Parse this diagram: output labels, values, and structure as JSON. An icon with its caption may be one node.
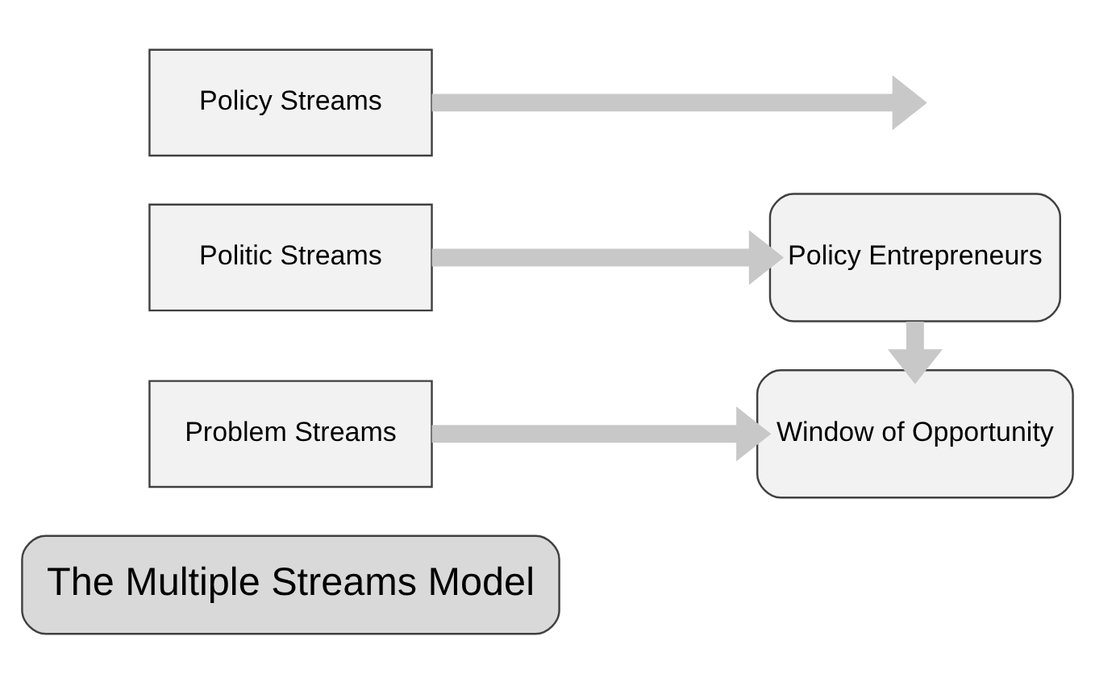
{
  "diagram": {
    "nodes": [
      {
        "text": [
          "The Multiple Streams Model"
        ]
      },
      {
        "text": [
          "Problem Streams"
        ]
      },
      {
        "text": [
          "Policy Streams"
        ]
      },
      {
        "text": [
          "Politic Streams"
        ]
      },
      {
        "text": [
          "Window of Opportunity"
        ]
      },
      {
        "text": [
          "Policy Entrepreneurs"
        ]
      }
    ],
    "edges": [
      {
        "from": 1,
        "to": 4,
        "arrow": "to"
      },
      {
        "from": 2,
        "to": null,
        "arrow": "to"
      },
      {
        "from": 3,
        "to": 5,
        "arrow": "to"
      },
      {
        "from": 5,
        "to": 4,
        "arrow": "to"
      }
    ]
  }
}
